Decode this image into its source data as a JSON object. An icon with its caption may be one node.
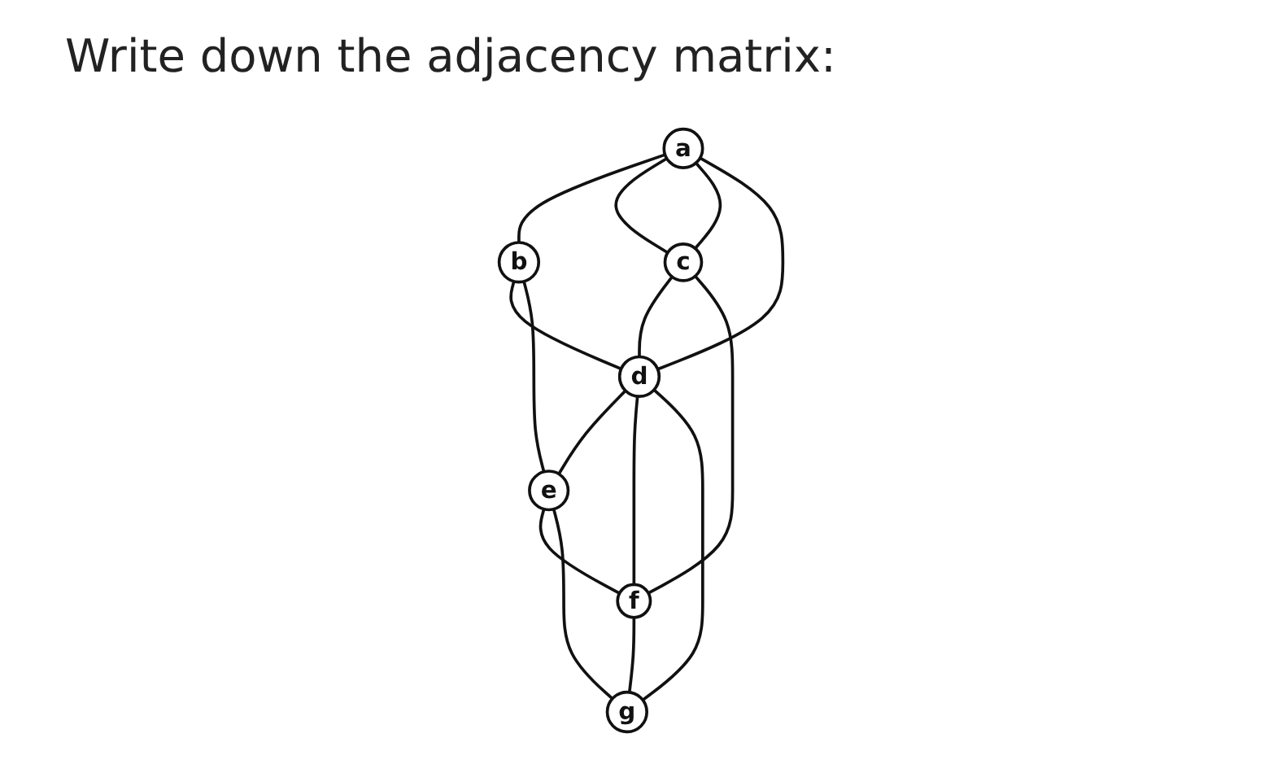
{
  "diagram": {
    "title": "Write down the adjacency matrix:",
    "nodes": [
      {
        "text": [
          "a"
        ]
      },
      {
        "text": [
          "b"
        ]
      },
      {
        "text": [
          "c"
        ]
      },
      {
        "text": [
          "d"
        ]
      },
      {
        "text": [
          "e"
        ]
      },
      {
        "text": [
          "f"
        ]
      },
      {
        "text": [
          "g"
        ]
      }
    ],
    "edges": [
      {
        "from": 0,
        "to": 1,
        "arrow": "none"
      },
      {
        "from": 0,
        "to": 2,
        "arrow": "none"
      },
      {
        "from": 0,
        "to": 2,
        "arrow": "none"
      },
      {
        "from": 0,
        "to": 3,
        "arrow": "none"
      },
      {
        "from": 1,
        "to": 3,
        "arrow": "none"
      },
      {
        "from": 1,
        "to": 4,
        "arrow": "none"
      },
      {
        "from": 2,
        "to": 3,
        "arrow": "none"
      },
      {
        "from": 2,
        "to": 5,
        "arrow": "none"
      },
      {
        "from": 3,
        "to": 4,
        "arrow": "none"
      },
      {
        "from": 3,
        "to": 5,
        "arrow": "none"
      },
      {
        "from": 3,
        "to": 6,
        "arrow": "none"
      },
      {
        "from": 4,
        "to": 5,
        "arrow": "none"
      },
      {
        "from": 4,
        "to": 6,
        "arrow": "none"
      },
      {
        "from": 5,
        "to": 6,
        "arrow": "none"
      }
    ]
  }
}
